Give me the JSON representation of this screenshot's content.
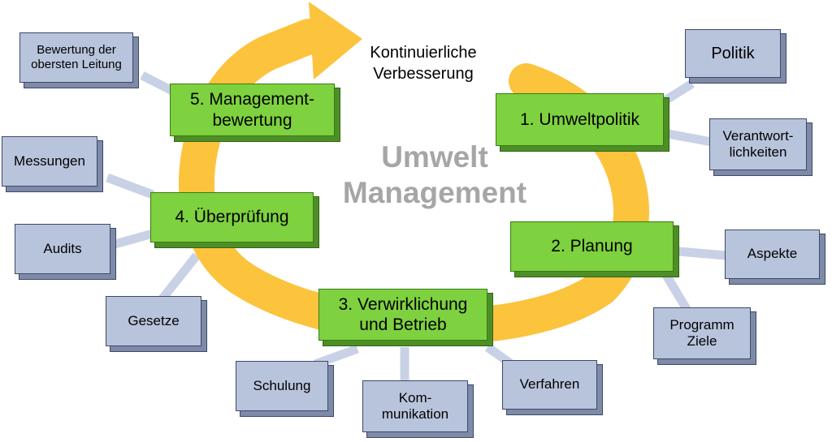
{
  "center_title": "Umwelt\nManagement",
  "cycle_label": "Kontinuierliche\nVerbesserung",
  "colors": {
    "arrow": "#fcc33d",
    "phase_box": "#7ed13f",
    "topic_box": "#b8c4dc",
    "connector": "#c9d1e6",
    "center_text": "#a6a6a6"
  },
  "phases": [
    {
      "id": "umweltpolitik",
      "label": "1. Umweltpolitik"
    },
    {
      "id": "planung",
      "label": "2. Planung"
    },
    {
      "id": "verwirklichung",
      "label": "3. Verwirklichung\nund Betrieb"
    },
    {
      "id": "ueberpruefung",
      "label": "4. Überprüfung"
    },
    {
      "id": "managementbewertung",
      "label": "5. Management-\nbewertung"
    }
  ],
  "topics": [
    {
      "id": "politik",
      "label": "Politik",
      "phase": "umweltpolitik"
    },
    {
      "id": "verantwortlichkeiten",
      "label": "Verantwort-\nlichkeiten",
      "phase": "umweltpolitik"
    },
    {
      "id": "aspekte",
      "label": "Aspekte",
      "phase": "planung"
    },
    {
      "id": "programm-ziele",
      "label": "Programm\nZiele",
      "phase": "planung"
    },
    {
      "id": "verfahren",
      "label": "Verfahren",
      "phase": "verwirklichung"
    },
    {
      "id": "kommunikation",
      "label": "Kom-\nmunikation",
      "phase": "verwirklichung"
    },
    {
      "id": "schulung",
      "label": "Schulung",
      "phase": "verwirklichung"
    },
    {
      "id": "gesetze",
      "label": "Gesetze",
      "phase": "ueberpruefung"
    },
    {
      "id": "audits",
      "label": "Audits",
      "phase": "ueberpruefung"
    },
    {
      "id": "messungen",
      "label": "Messungen",
      "phase": "ueberpruefung"
    },
    {
      "id": "bewertung",
      "label": "Bewertung der\nobersten Leitung",
      "phase": "managementbewertung"
    }
  ]
}
